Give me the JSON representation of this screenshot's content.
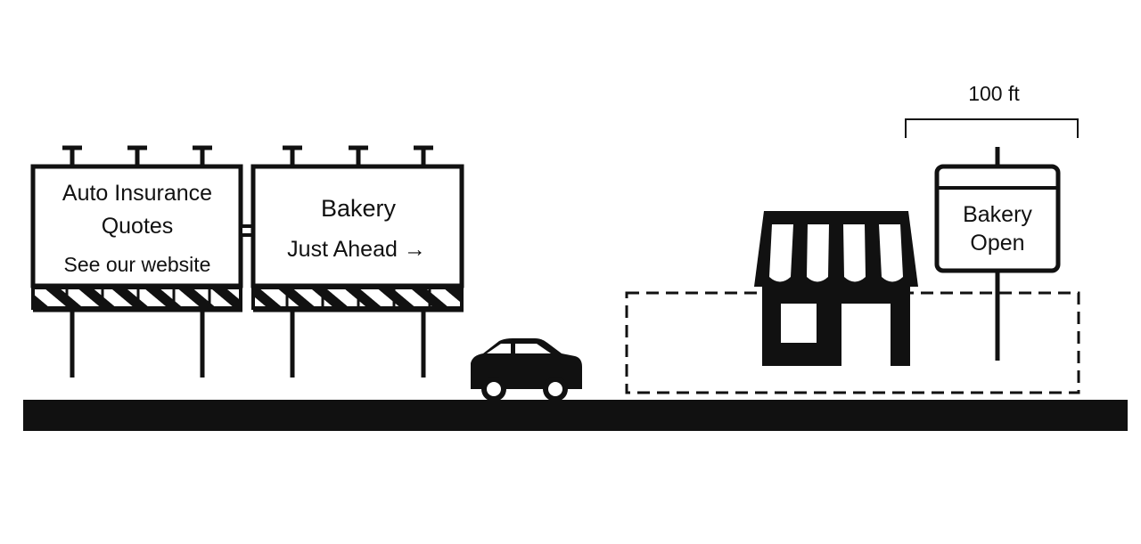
{
  "billboards": [
    {
      "lines": [
        "Auto Insurance",
        "Quotes",
        "See our website"
      ]
    },
    {
      "lines": [
        "Bakery",
        "Just Ahead →"
      ]
    }
  ],
  "sign": {
    "lines": [
      "Bakery",
      "Open"
    ]
  },
  "distance_label": "100 ft",
  "icons": [
    "billboard-icon",
    "car-icon",
    "storefront-icon",
    "sign-post-icon"
  ],
  "colors": {
    "ink": "#111111",
    "background": "#ffffff"
  }
}
